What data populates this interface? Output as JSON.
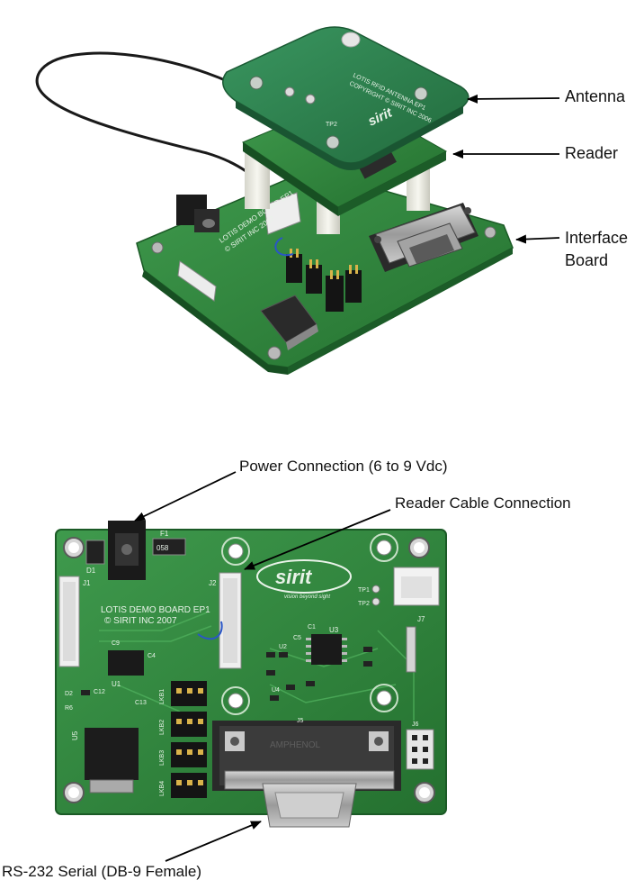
{
  "callouts": {
    "antenna": "Antenna",
    "reader": "Reader",
    "interface_line1": "Interface",
    "interface_line2": "Board",
    "power": "Power Connection (6 to 9 Vdc)",
    "reader_cable": "Reader Cable Connection",
    "rs232": "RS-232 Serial (DB-9 Female)"
  },
  "assembly": {
    "antenna_text_1": "LOTIS RFID ANTENNA EP1",
    "antenna_text_2": "COPYRIGHT © SIRIT INC 2006",
    "antenna_logo": "sirit",
    "tp_label": "TP2",
    "board_text_1": "LOTIS DEMO BOARD EP1",
    "board_text_2": "© SIRIT INC 2007"
  },
  "top_board": {
    "logo": "sirit",
    "tagline": "vision beyond sight",
    "title_line1": "LOTIS DEMO BOARD EP1",
    "title_line2": "© SIRIT INC 2007",
    "tp1": "TP1",
    "tp2": "TP2",
    "j1": "J1",
    "j2": "J2",
    "j7": "J7",
    "f1": "F1",
    "fuse": "058",
    "u1": "U1",
    "u2": "U2",
    "u3": "U3",
    "u4": "U4",
    "u5": "U5",
    "lkb1": "LKB1",
    "lkb2": "LKB2",
    "lkb3": "LKB3",
    "lkb4": "LKB4",
    "j5": "J5",
    "j6": "J6",
    "d1": "D1",
    "d2": "D2",
    "r6": "R6",
    "c9": "C9",
    "c4": "C4",
    "c13": "C13",
    "c12": "C12",
    "c1": "C1",
    "c5": "C5",
    "db9_text": "AMPHENOL"
  },
  "colors": {
    "pcb": "#2f8a40",
    "pcb_dark": "#1f6a2e",
    "antenna_pcb": "#2c7f4c",
    "arrow": "#000000"
  }
}
